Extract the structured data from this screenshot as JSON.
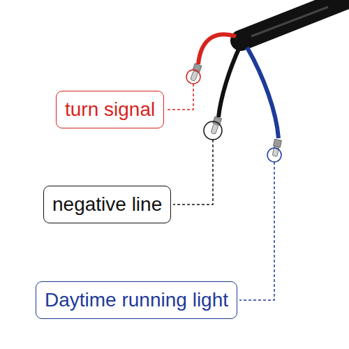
{
  "diagram": {
    "nodes": [
      {
        "text": [
          "turn signal"
        ]
      },
      {
        "text": [
          "negative line"
        ]
      },
      {
        "text": [
          "Daytime running light"
        ]
      }
    ]
  }
}
